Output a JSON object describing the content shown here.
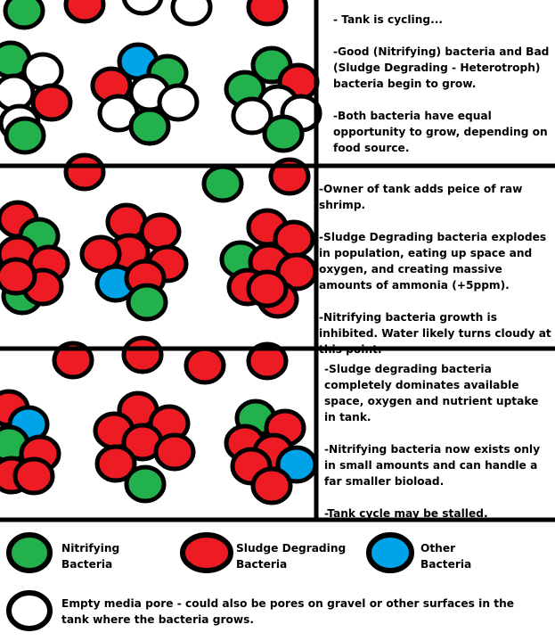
{
  "colors": {
    "nitrifying": "#22b14c",
    "sludge": "#ed1c24",
    "other": "#00a2e8",
    "empty": "#ffffff",
    "outline": "#000000"
  },
  "panels": [
    {
      "id": "cycling",
      "text": [
        "- Tank is cycling...",
        "-Good (Nitrifying) bacteria and Bad (Sludge Degrading - Heterotroph) bacteria begin to grow.",
        "-Both bacteria have equal opportunity to grow, depending on food source."
      ]
    },
    {
      "id": "shrimp-added",
      "text": [
        "-Owner of tank adds peice of raw shrimp.",
        "-Sludge Degrading bacteria explodes in population, eating up space and oxygen, and creating massive amounts of ammonia (+5ppm).",
        "-Nitrifying bacteria growth is inhibited. Water likely turns cloudy at this point."
      ]
    },
    {
      "id": "stalled",
      "text": [
        "-Sludge degrading bacteria completely dominates available space, oxygen and nutrient uptake in tank.",
        "-Nitrifying bacteria now exists only in small amounts and can handle a far smaller bioload.",
        "-Tank cycle may be stalled."
      ]
    }
  ],
  "legend": {
    "nitrifying": "Nitrifying Bacteria",
    "sludge": "Sludge Degrading Bacteria",
    "other": "Other Bacteria",
    "empty": "Empty media pore - could also be pores on gravel or other surfaces in the tank where the bacteria grows."
  }
}
